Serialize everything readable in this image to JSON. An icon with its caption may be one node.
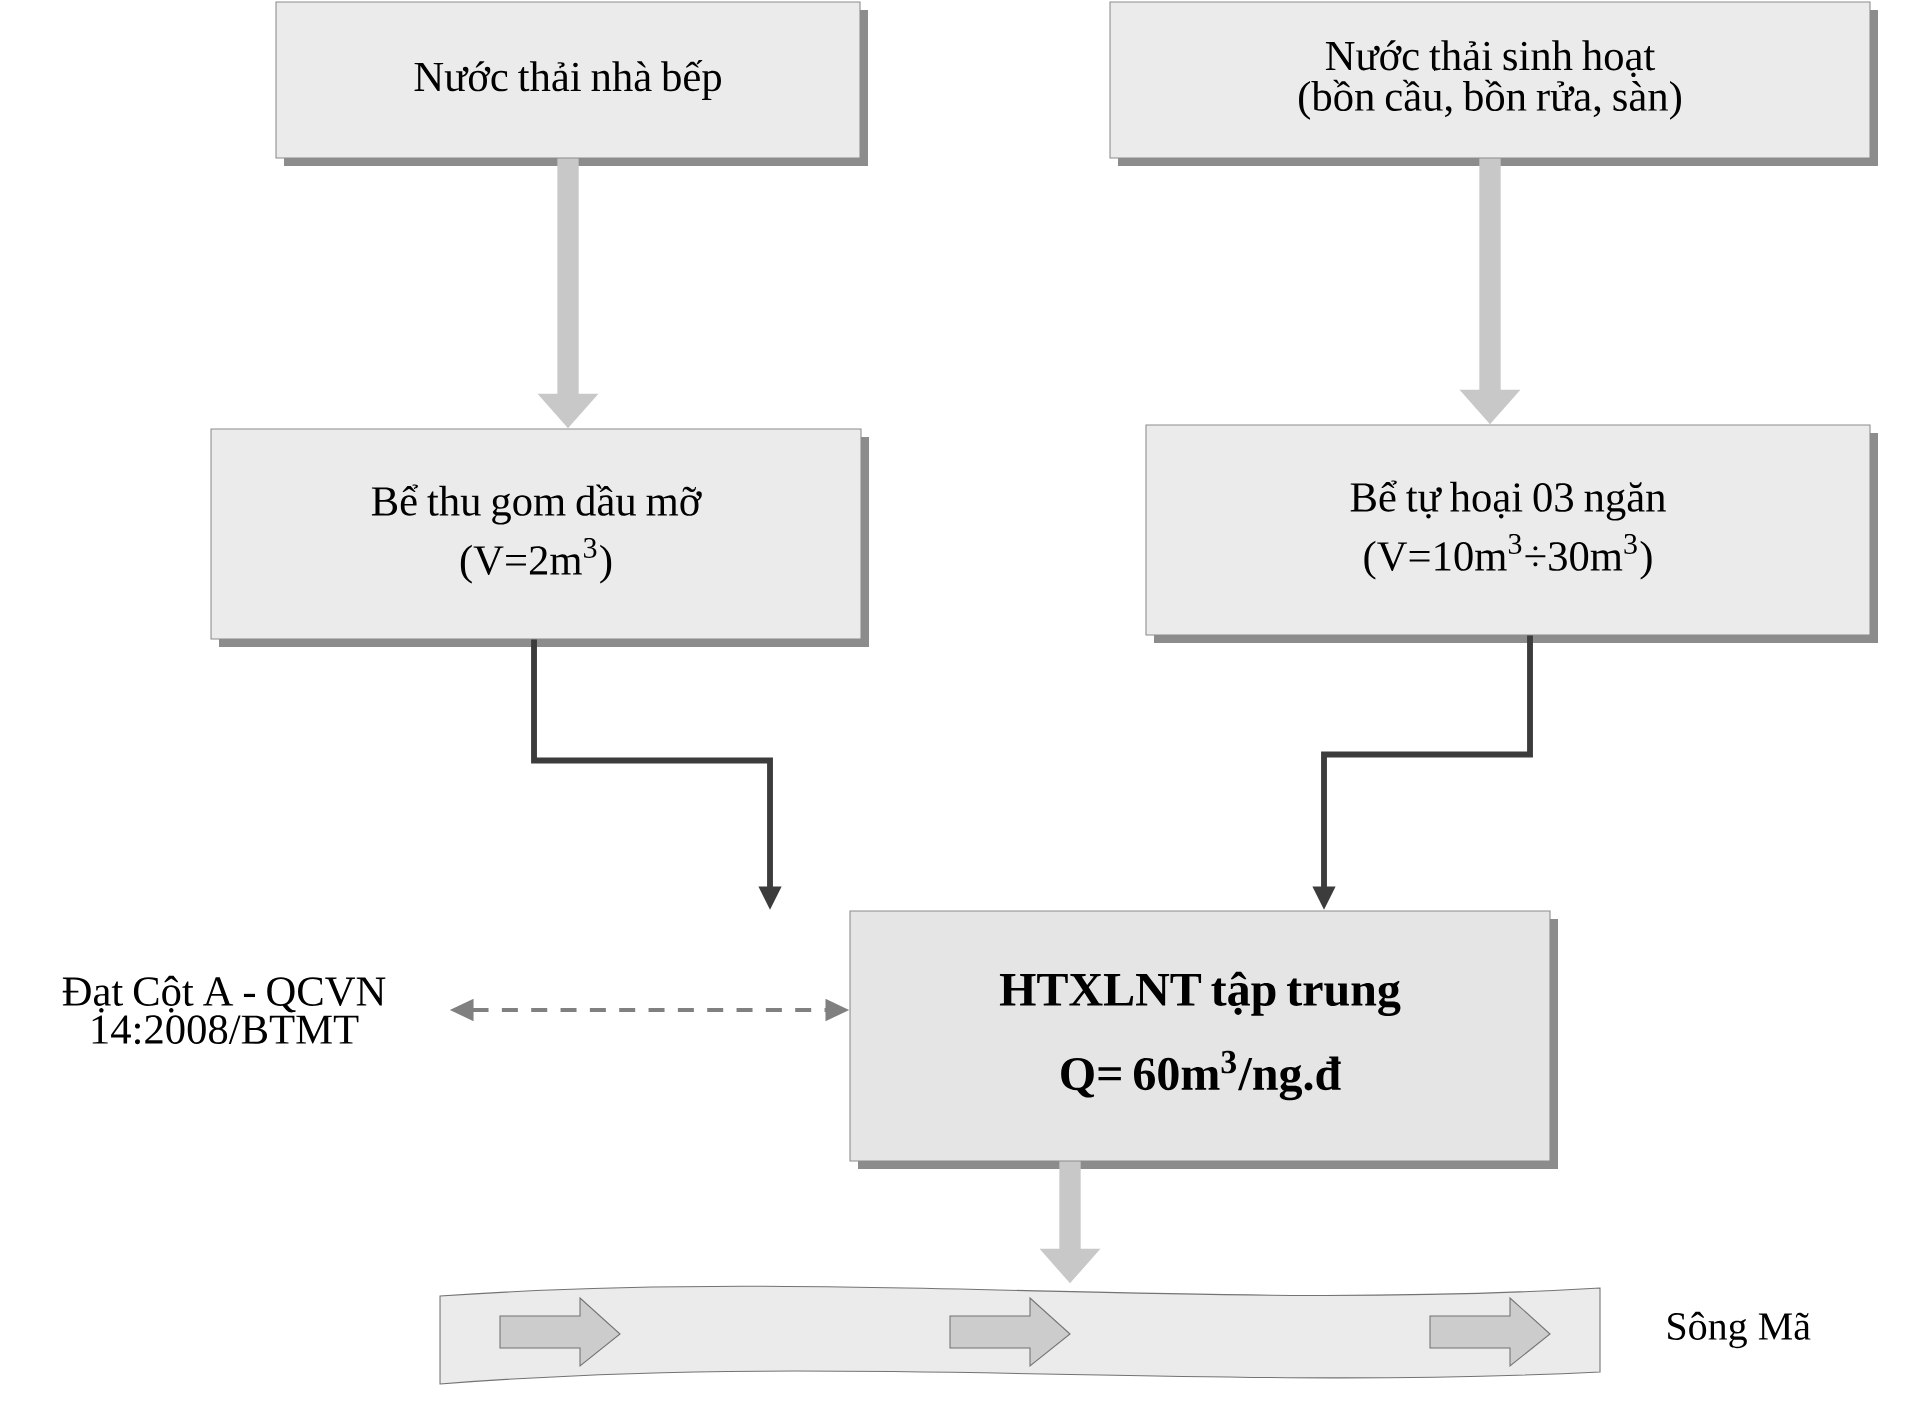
{
  "diagram": {
    "nodes": [
      {
        "text": [
          "Nước thải nhà bếp"
        ]
      },
      {
        "text": [
          "Nước thải sinh hoạt (bồn cầu, bồn rửa, sàn)"
        ]
      },
      {
        "text": [
          "Bể thu gom dầu mỡ",
          "(V=2m$^{3}$)"
        ]
      },
      {
        "text": [
          "Bể tự hoại 03 ngăn",
          "(V=10m$^{3}$÷30m$^{3}$)"
        ]
      },
      {
        "text": [
          "HTXLNT tập trung",
          "Q= 60m$^{3}$/ng.đ"
        ]
      },
      {
        "text": [
          "Đạt Cột A - QCVN 14:2008/BTMT"
        ]
      },
      {
        "text": [],
        "shape": "band",
        "beside": [
          "Sông Mã"
        ]
      }
    ],
    "edges": [
      {
        "from": 0,
        "to": 2,
        "arrow": "to",
        "style": "thick"
      },
      {
        "from": 1,
        "to": 3,
        "arrow": "to",
        "style": "thick"
      },
      {
        "from": 2,
        "to": 4,
        "arrow": "to",
        "color": "#3c3c3c"
      },
      {
        "from": 3,
        "to": 4,
        "arrow": "to",
        "color": "#3c3c3c"
      },
      {
        "from": 5,
        "to": 4,
        "arrow": "both",
        "style": "dashed",
        "color": "#808080"
      },
      {
        "from": 4,
        "to": 6,
        "arrow": "to",
        "style": "thick"
      }
    ]
  }
}
